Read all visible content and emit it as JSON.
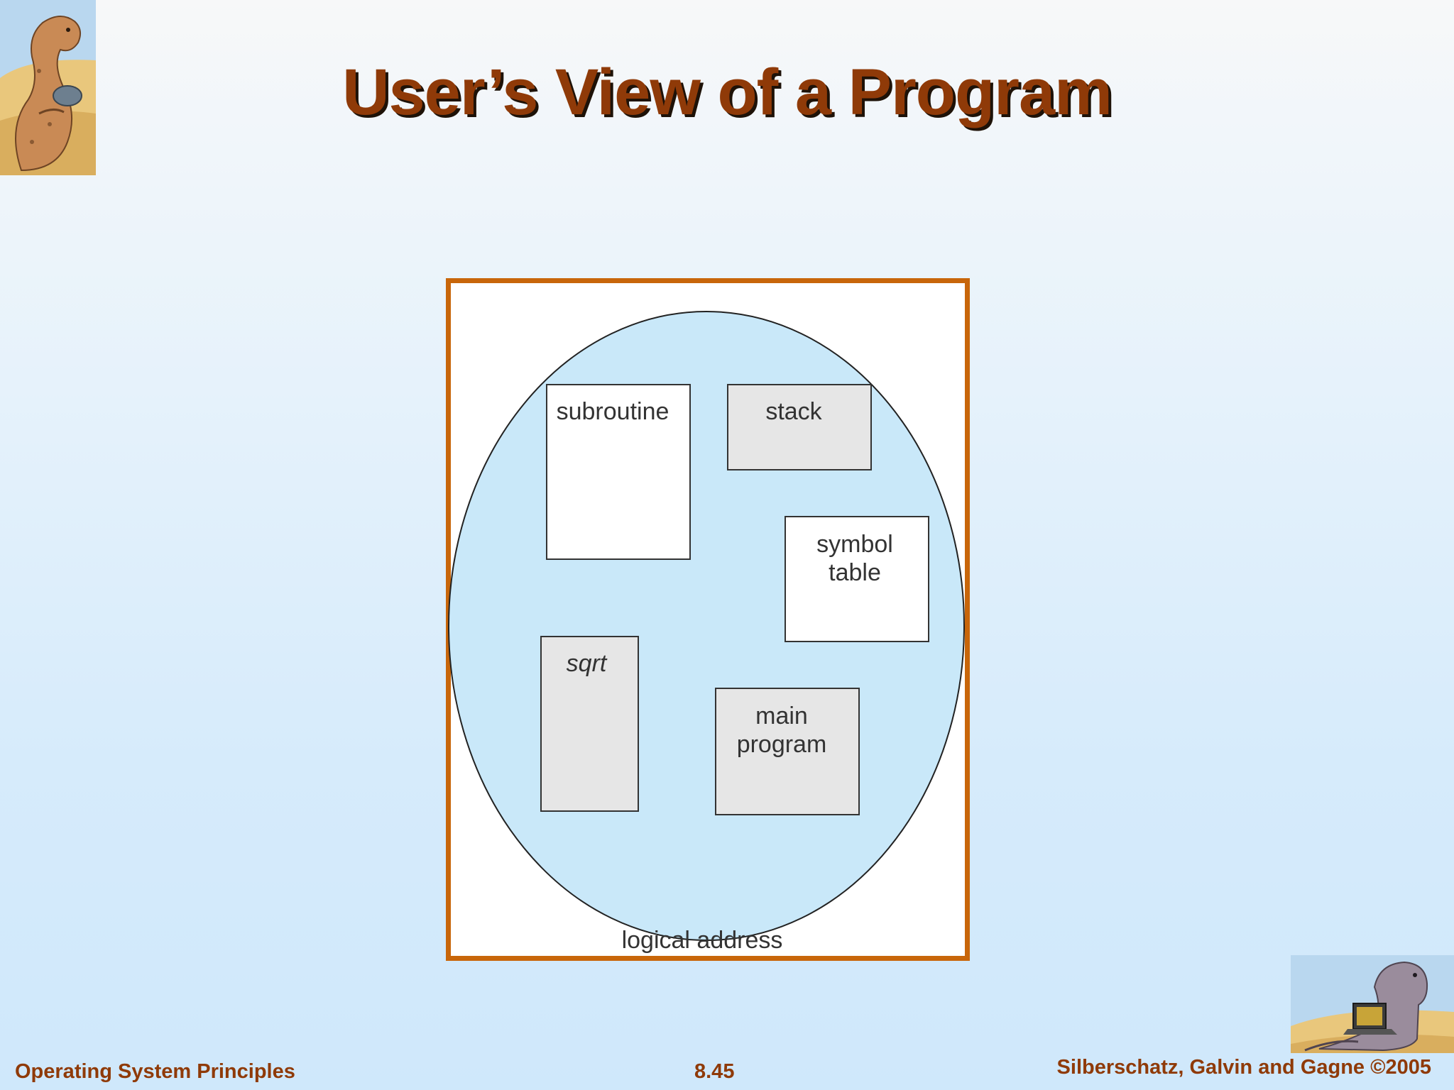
{
  "slide": {
    "title": "User’s View of a Program"
  },
  "diagram": {
    "segments": {
      "subroutine": "subroutine",
      "stack": "stack",
      "symbol_table_line1": "symbol",
      "symbol_table_line2": "table",
      "sqrt": "sqrt",
      "main_program_line1": "main",
      "main_program_line2": "program"
    },
    "caption": "logical address"
  },
  "footer": {
    "left": "Operating System Principles",
    "center": "8.45",
    "right": "Silberschatz, Galvin and Gagne ©2005"
  },
  "colors": {
    "title": "#8f3a08",
    "frame_border": "#c8660a",
    "ellipse_fill": "#c9e8f9",
    "gray_box": "#e6e6e6",
    "white_box": "#ffffff"
  },
  "icons": {
    "top_left": "dinosaur-reading-icon",
    "bottom_right": "dinosaur-laptop-icon"
  }
}
